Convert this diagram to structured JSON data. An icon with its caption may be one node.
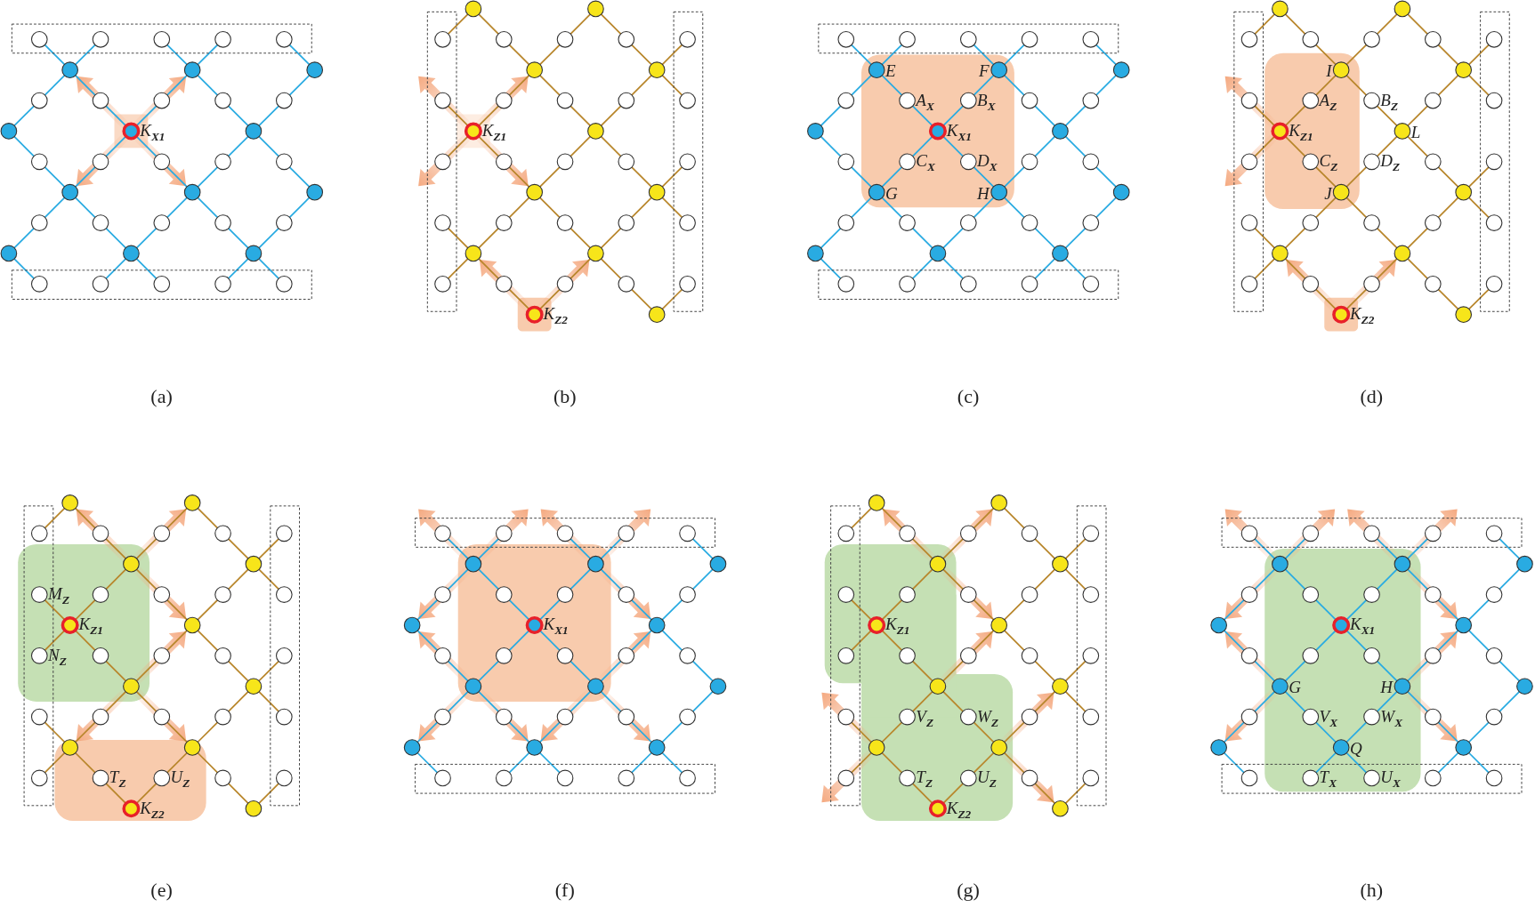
{
  "diagram": {
    "labels": [
      "K$_{X1}$",
      "K$_{Z1}$",
      "K$_{Z2}$",
      "E",
      "F",
      "A$_{X}$",
      "B$_{X}$",
      "K$_{X1}$",
      "C$_{X}$",
      "D$_{X}$",
      "G",
      "H",
      "I",
      "A$_{Z}$",
      "B$_{Z}$",
      "K$_{Z1}$",
      "L",
      "C$_{Z}$",
      "D$_{Z}$",
      "J",
      "K$_{Z2}$",
      "(a)",
      "(b)",
      "(c)",
      "(d)",
      "M$_{Z}$",
      "K$_{Z1}$",
      "N$_{Z}$",
      "T$_{Z}$",
      "U$_{Z}$",
      "K$_{Z2}$",
      "K$_{X1}$",
      "K$_{Z1}$",
      "V$_{Z}$",
      "W$_{Z}$",
      "T$_{Z}$",
      "U$_{Z}$",
      "K$_{Z2}$",
      "K$_{X1}$",
      "G",
      "H",
      "V$_{X}$",
      "W$_{X}$",
      "Q",
      "T$_{X}$",
      "U$_{X}$",
      "(e)",
      "(f)",
      "(g)",
      "(h)"
    ]
  }
}
